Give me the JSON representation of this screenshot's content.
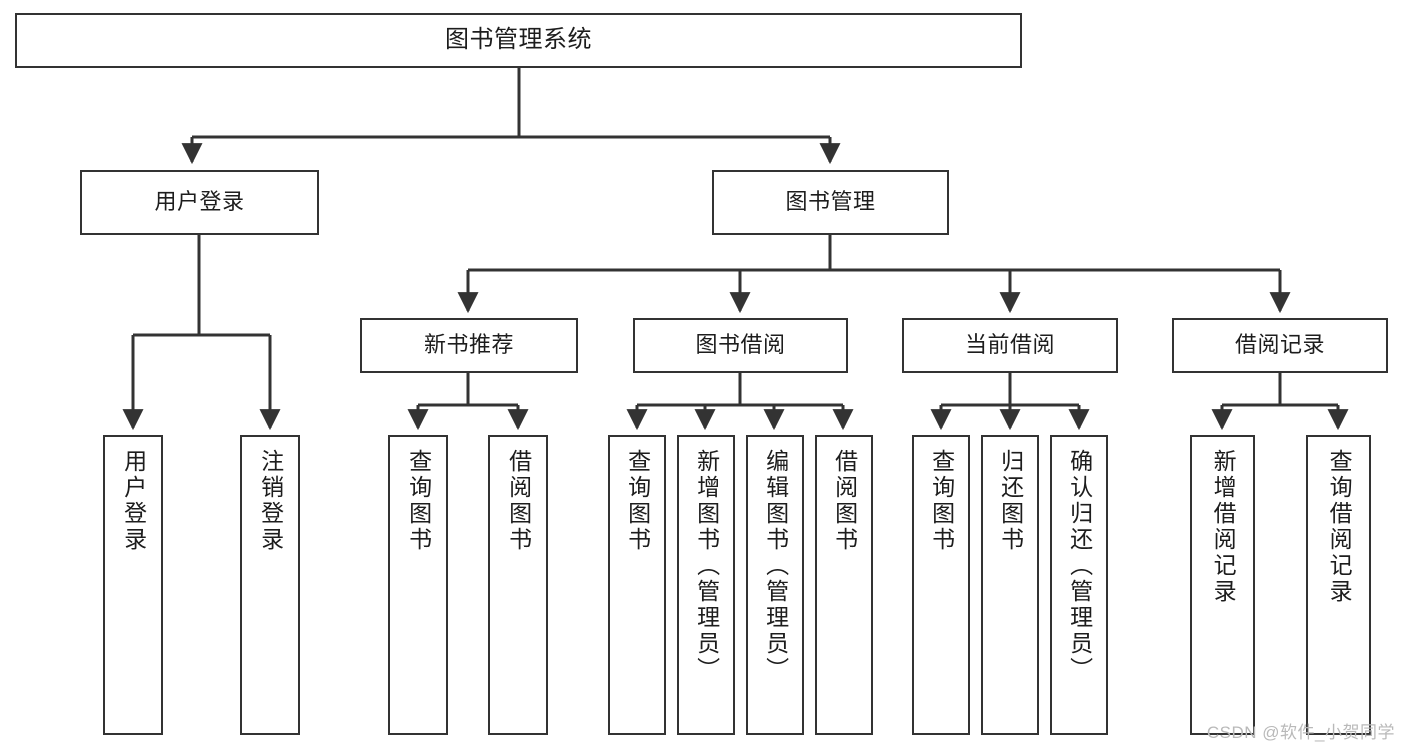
{
  "diagram": {
    "title": "图书管理系统",
    "type": "tree-hierarchy",
    "watermark": "CSDN @软件_小贺同学",
    "colors": {
      "stroke": "#333333",
      "fill": "#ffffff",
      "text": "#1d1d1d",
      "watermark": "#b9b9b9"
    },
    "root": {
      "label": "图书管理系统"
    },
    "level1": [
      {
        "label": "用户登录"
      },
      {
        "label": "图书管理"
      }
    ],
    "level2": [
      {
        "label": "新书推荐"
      },
      {
        "label": "图书借阅"
      },
      {
        "label": "当前借阅"
      },
      {
        "label": "借阅记录"
      }
    ],
    "leaves": {
      "user_login": [
        {
          "label": "用户登录"
        },
        {
          "label": "注销登录"
        }
      ],
      "new_book_recommend": [
        {
          "label": "查询图书"
        },
        {
          "label": "借阅图书"
        }
      ],
      "book_borrow": [
        {
          "label": "查询图书"
        },
        {
          "label": "新增图书（管理员）"
        },
        {
          "label": "编辑图书（管理员）"
        },
        {
          "label": "借阅图书"
        }
      ],
      "current_borrow": [
        {
          "label": "查询图书"
        },
        {
          "label": "归还图书"
        },
        {
          "label": "确认归还（管理员）"
        }
      ],
      "borrow_record": [
        {
          "label": "新增借阅记录"
        },
        {
          "label": "查询借阅记录"
        }
      ]
    }
  }
}
